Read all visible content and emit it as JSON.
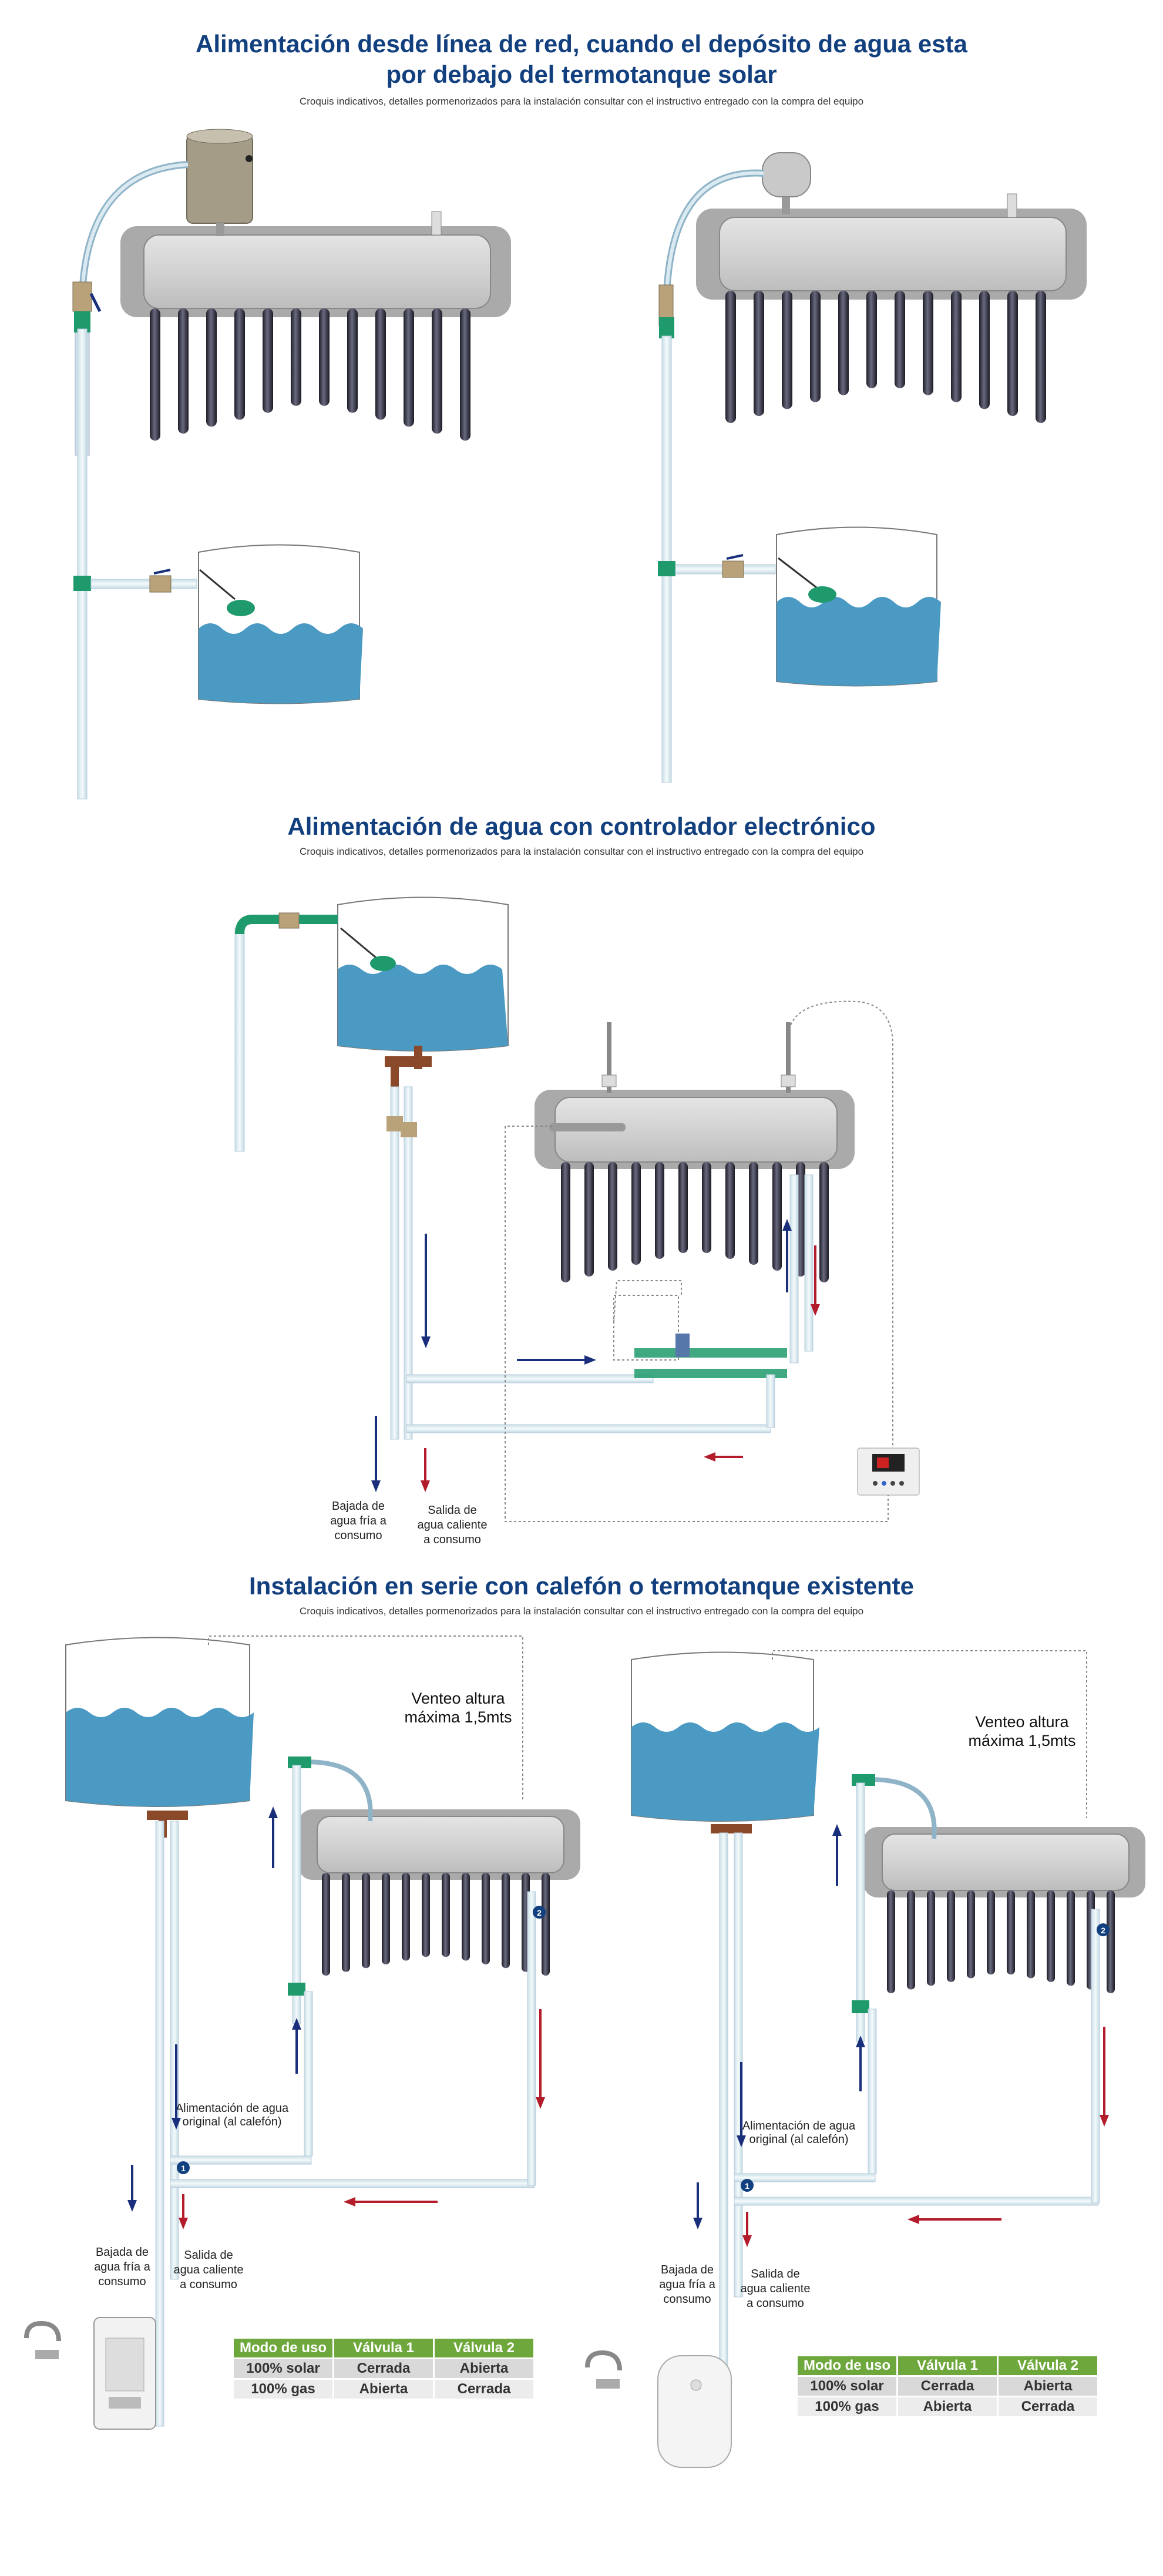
{
  "sections": [
    {
      "title_line1": "Alimentación desde línea de red, cuando el depósito de agua esta",
      "title_line2": "por debajo del termotanque solar",
      "subtitle": "Croquis indicativos, detalles pormenorizados para la instalación consultar con el instructivo entregado con la compra del equipo"
    },
    {
      "title": "Alimentación de agua con controlador electrónico",
      "subtitle": "Croquis indicativos, detalles pormenorizados para la instalación consultar con el instructivo entregado con la compra del equipo",
      "labels": {
        "cold_1": "Bajada de",
        "cold_2": "agua fría a",
        "cold_3": "consumo",
        "hot_1": "Salida de",
        "hot_2": "agua caliente",
        "hot_3": "a consumo"
      }
    },
    {
      "title": "Instalación en serie con calefón o termotanque existente",
      "subtitle": "Croquis indicativos, detalles pormenorizados para la instalación consultar con el instructivo entregado con la compra del equipo",
      "vent_1": "Venteo altura",
      "vent_2": "máxima 1,5mts",
      "feed_1": "Alimentación de agua",
      "feed_2": "original (al calefón)",
      "cold_1": "Bajada de",
      "cold_2": "agua fría a",
      "cold_3": "consumo",
      "hot_1": "Salida de",
      "hot_2": "agua caliente",
      "hot_3": "a consumo",
      "valve_1": "1",
      "valve_2": "2",
      "table": {
        "headers": [
          "Modo de uso",
          "Válvula 1",
          "Válvula 2"
        ],
        "rows": [
          [
            "100% solar",
            "Cerrada",
            "Abierta"
          ],
          [
            "100% gas",
            "Abierta",
            "Cerrada"
          ]
        ]
      }
    }
  ],
  "colors": {
    "title": "#123f7e",
    "water": "#4a9ac4",
    "pipe": "#e6f2f6",
    "fitting": "#1e9a6c",
    "cold_arrow": "#1a2f7c",
    "hot_arrow": "#b31c2b",
    "table_header": "#6ea83c"
  }
}
